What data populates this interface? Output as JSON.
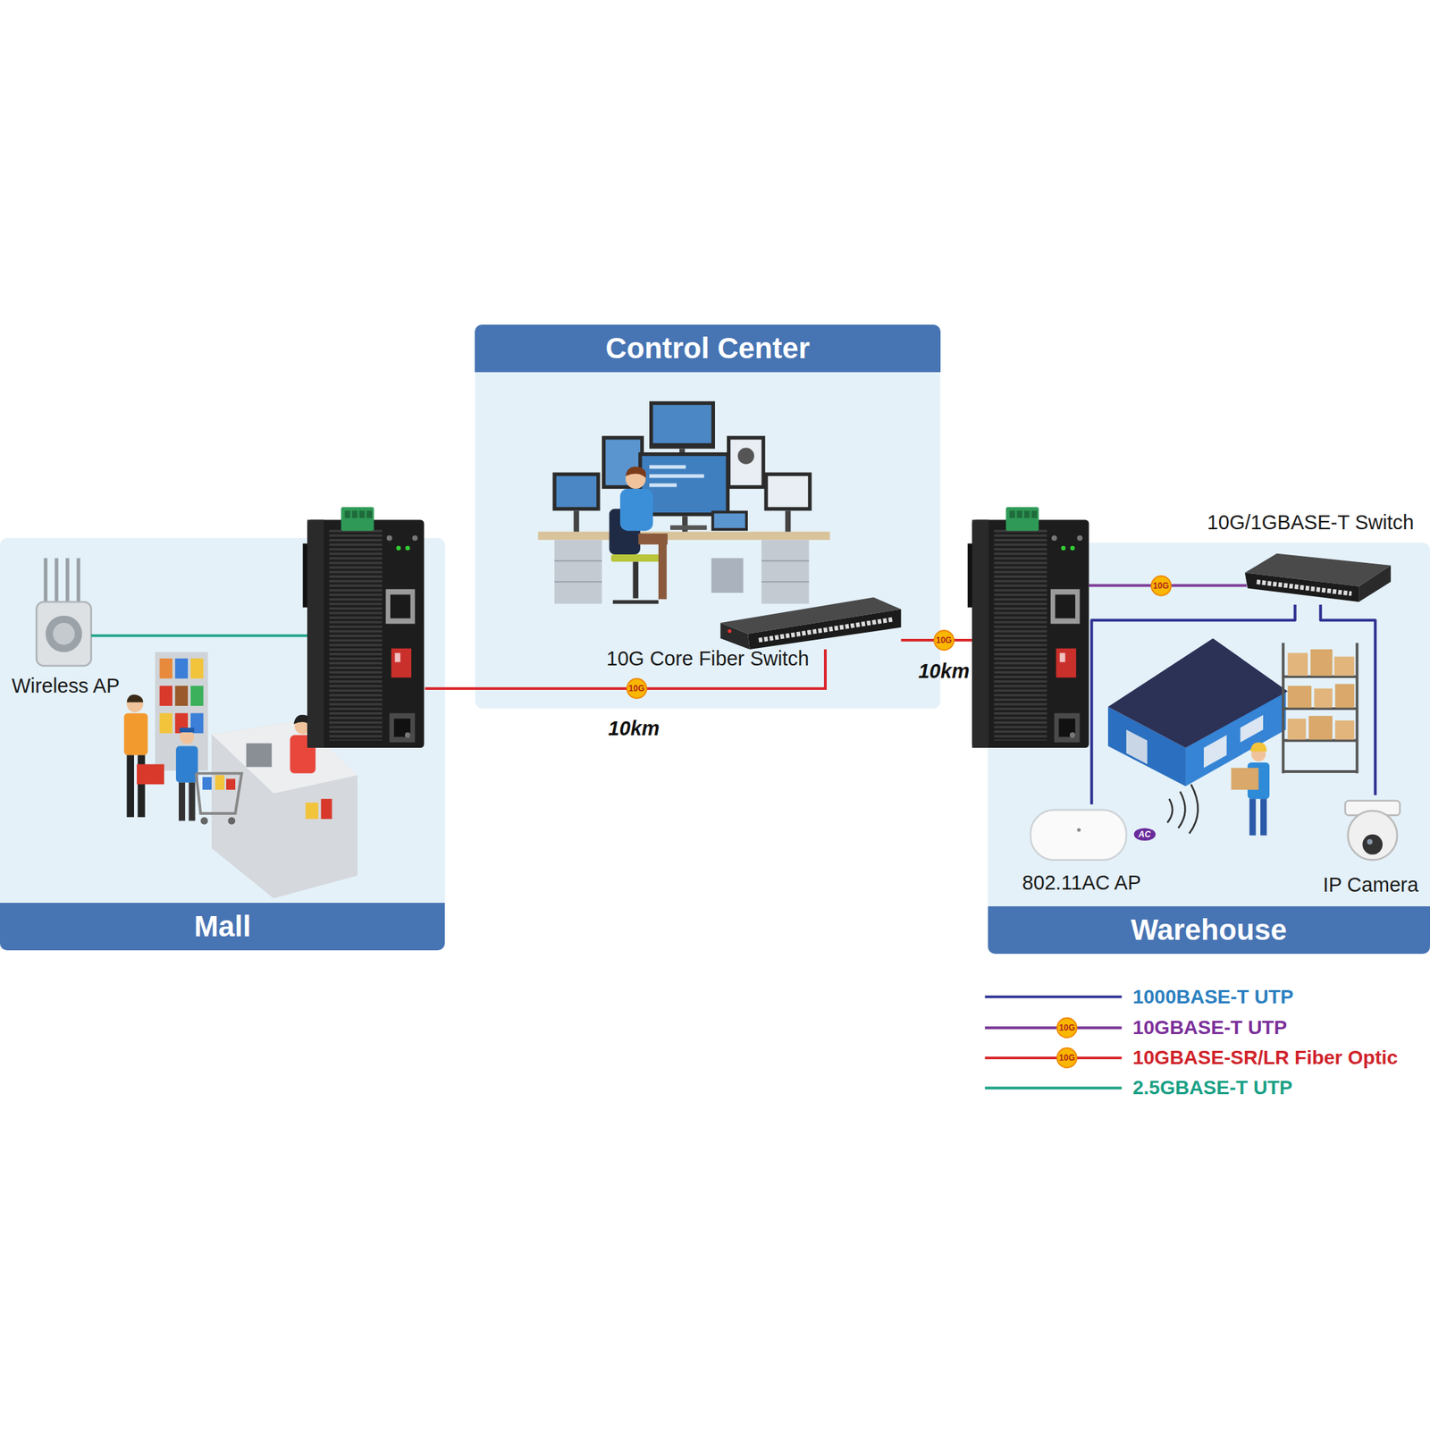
{
  "diagram": {
    "nodes": [
      {
        "text": [
          "Control Center"
        ]
      },
      {
        "text": [
          "10G Core Fiber Switch"
        ],
        "in": 0
      },
      {
        "text": [
          "Mall"
        ]
      },
      {
        "text": [
          "Wireless AP"
        ],
        "in": 2
      },
      {
        "text": [
          "Warehouse"
        ]
      },
      {
        "text": [
          "10G/1GBASE-T Switch"
        ],
        "in": 4
      },
      {
        "text": [
          "802.11AC AP"
        ],
        "in": 4
      },
      {
        "text": [
          "IP Camera"
        ],
        "in": 4
      }
    ],
    "edges": [
      {
        "from": 5,
        "to": 6,
        "arrow": "none"
      },
      {
        "from": 5,
        "to": 7,
        "arrow": "none"
      }
    ],
    "labels": [
      "10G",
      "10km",
      "10G",
      "10km",
      "10G",
      "AC",
      "10G",
      "10G"
    ],
    "legend": [
      {
        "text": "1000BASE-T UTP"
      },
      {
        "text": "10GBASE-T UTP"
      },
      {
        "text": "10GBASE-SR/LR Fiber Optic"
      },
      {
        "text": "2.5GBASE-T UTP"
      }
    ]
  }
}
